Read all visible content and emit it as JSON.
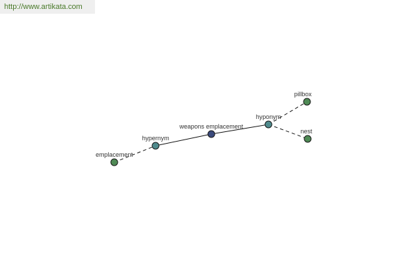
{
  "banner": {
    "url_text": "http://www.artikata.com"
  },
  "graph": {
    "colors": {
      "center_node": "#3b4a7c",
      "relation_node": "#4f8a8c",
      "word_node": "#4f8a55"
    },
    "nodes": {
      "center": {
        "label": "weapons emplacement"
      },
      "hypernym": {
        "label": "hypernym"
      },
      "hyponym": {
        "label": "hyponym"
      },
      "emplacement": {
        "label": "emplacement"
      },
      "pillbox": {
        "label": "pillbox"
      },
      "nest": {
        "label": "nest"
      }
    }
  }
}
